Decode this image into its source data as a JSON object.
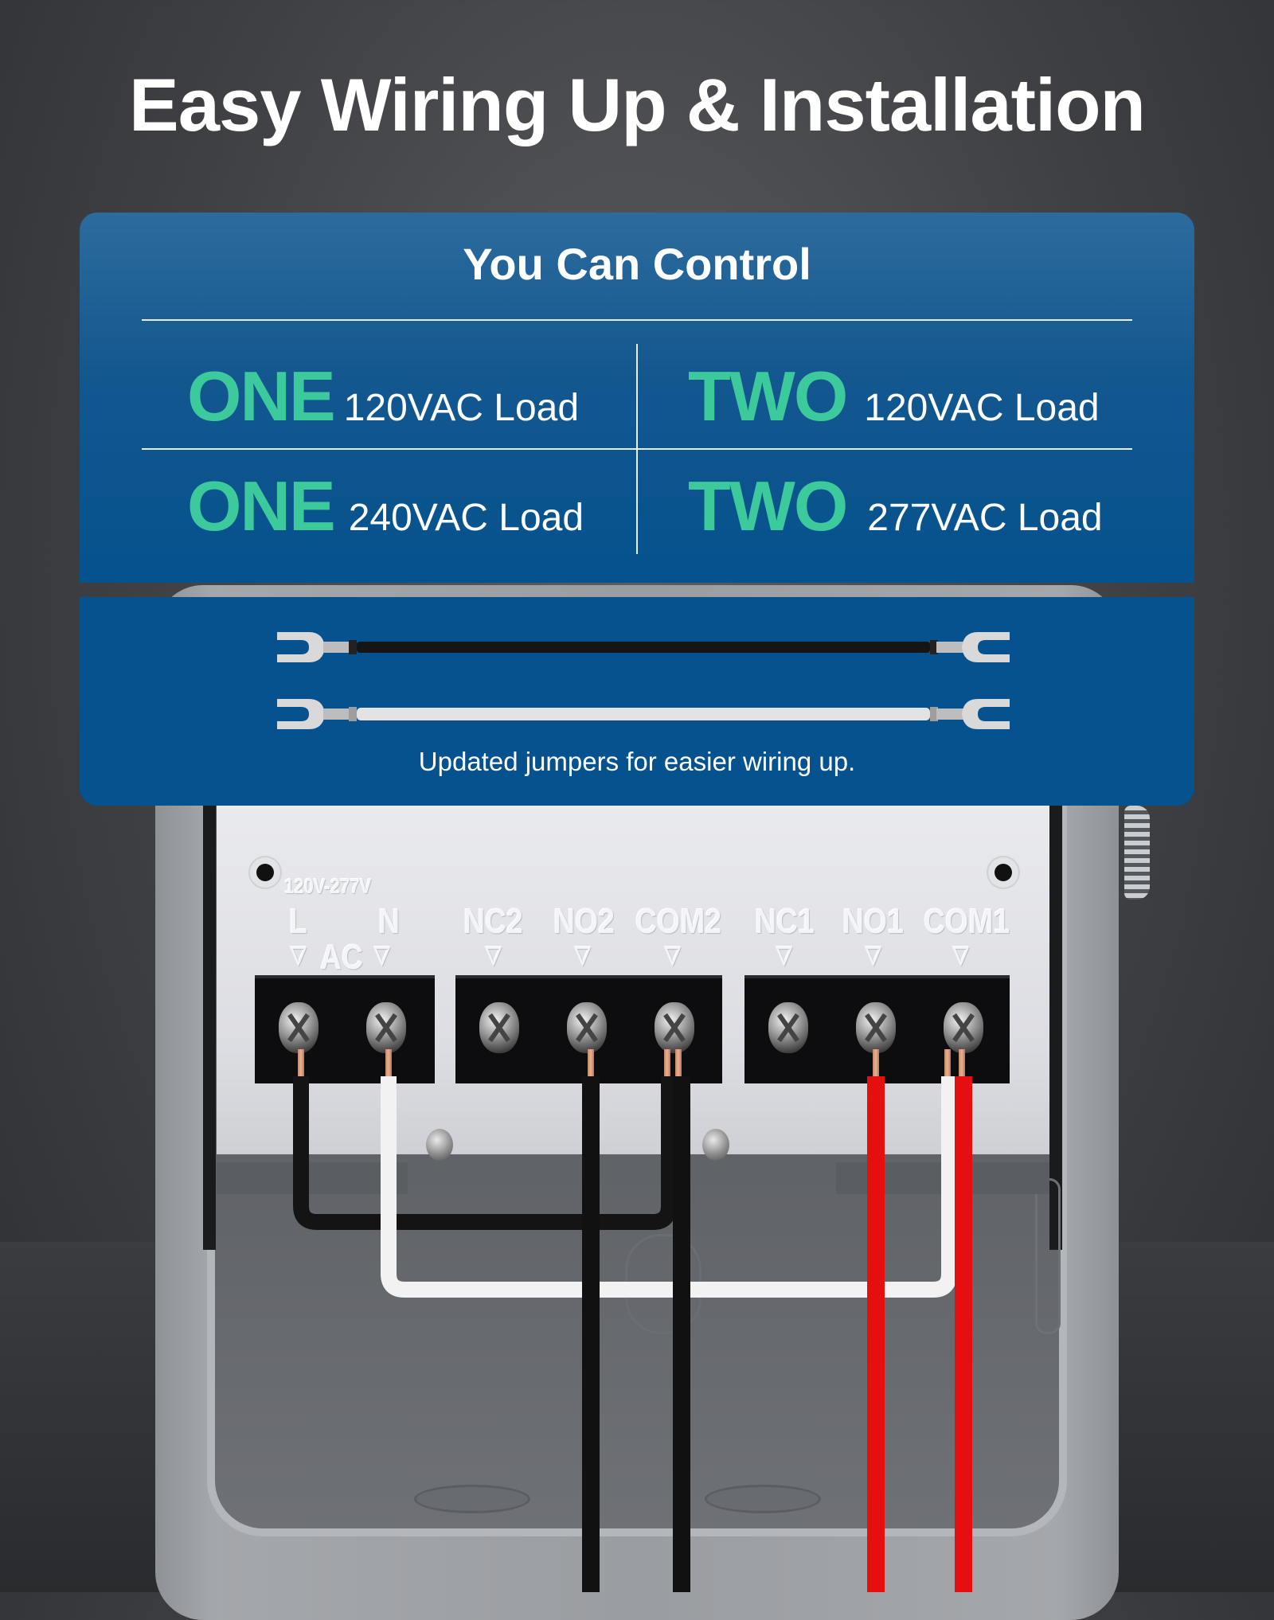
{
  "header": {
    "title": "Easy Wiring Up & Installation"
  },
  "control_panel": {
    "title": "You Can Control",
    "accent_color": "#3cc99b",
    "panel_color": "#05528e",
    "cells": [
      {
        "count": "ONE",
        "load": "120VAC Load"
      },
      {
        "count": "TWO",
        "load": "120VAC Load"
      },
      {
        "count": "ONE",
        "load": "240VAC Load"
      },
      {
        "count": "TWO",
        "load": "277VAC Load"
      }
    ]
  },
  "jumpers_panel": {
    "jumpers": [
      {
        "color": "black",
        "hex": "#151515"
      },
      {
        "color": "white",
        "hex": "#e3e3e3"
      }
    ],
    "caption": "Updated jumpers for easier wiring up."
  },
  "terminal_plate": {
    "voltage_label": "120V-277V",
    "ac_label": "AC",
    "terminals": [
      "L",
      "N",
      "NC2",
      "NO2",
      "COM2",
      "NC1",
      "NO1",
      "COM1"
    ],
    "arrow": "▽"
  },
  "wires": [
    {
      "terminal": "L",
      "color": "black"
    },
    {
      "terminal": "N",
      "color": "white"
    },
    {
      "terminal": "NO2",
      "color": "black"
    },
    {
      "terminal": "COM2",
      "color": "black"
    },
    {
      "terminal": "COM2",
      "color": "black"
    },
    {
      "terminal": "NO1",
      "color": "red"
    },
    {
      "terminal": "COM1",
      "color": "white"
    },
    {
      "terminal": "COM1",
      "color": "red"
    }
  ]
}
